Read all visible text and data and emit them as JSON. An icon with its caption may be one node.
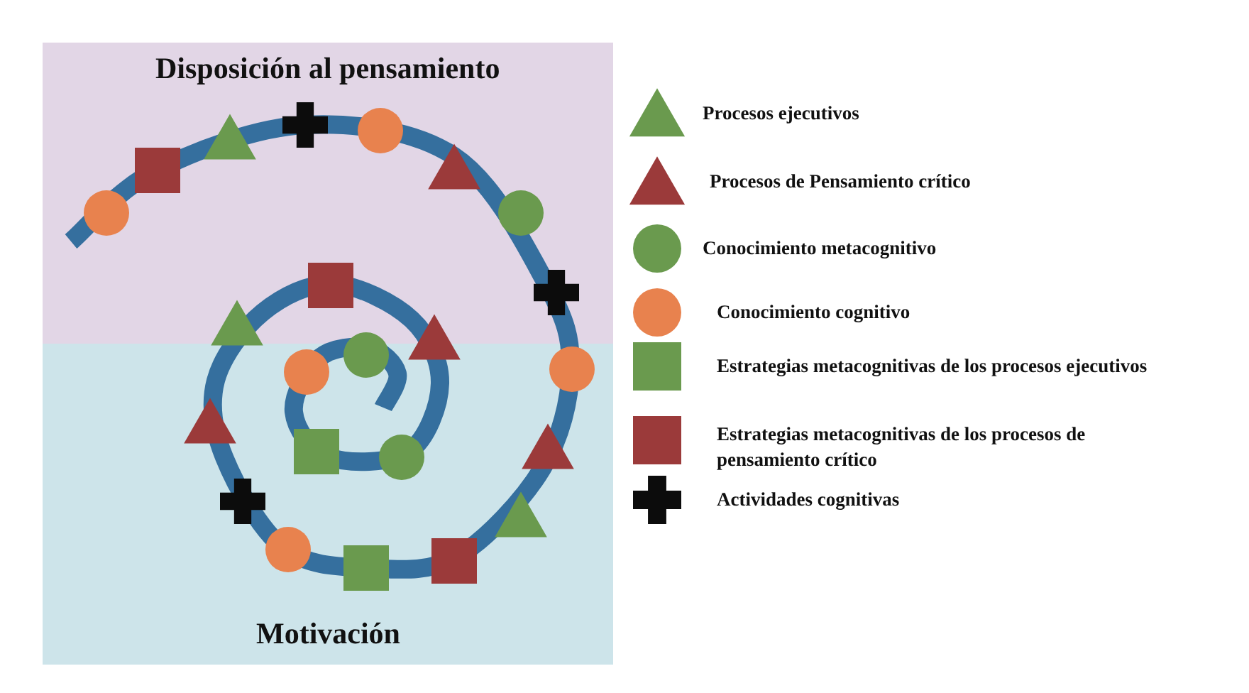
{
  "diagram": {
    "nodes": [
      {
        "text": [
          "Disposición al pensamiento"
        ]
      },
      {
        "text": [
          "Motivación"
        ]
      }
    ],
    "legend": [
      {
        "text": "Procesos ejecutivos"
      },
      {
        "text": "Procesos de Pensamiento crítico"
      },
      {
        "text": "Conocimiento metacognitivo"
      },
      {
        "text": "Conocimiento cognitivo"
      },
      {
        "text": "Estrategias metacognitivas de los procesos ejecutivos"
      },
      {
        "text": "Estrategias metacognitivas de los procesos de pensamiento crítico"
      },
      {
        "text": "Actividades cognitivas"
      }
    ]
  }
}
